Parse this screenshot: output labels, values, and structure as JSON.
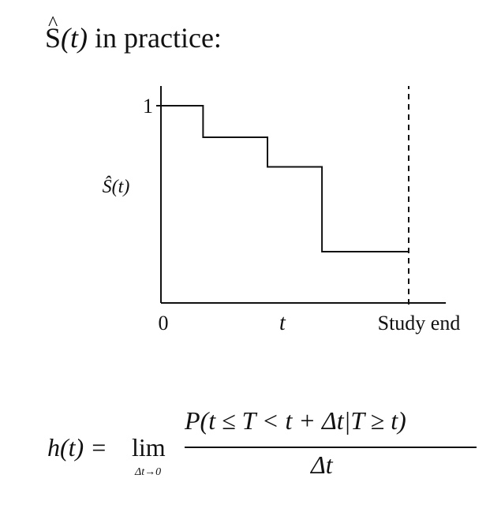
{
  "heading": {
    "symbol": "S",
    "arg": "(t)",
    "text": " in practice:"
  },
  "chart_data": {
    "type": "line",
    "step": true,
    "y_tick_labels": [
      "1"
    ],
    "x_tick_labels": [
      "0",
      "t",
      "Study end"
    ],
    "ylabel": "Ŝ(t)",
    "xlabel": "",
    "title": "",
    "xlim": [
      0,
      1.15
    ],
    "ylim": [
      0,
      1.1
    ],
    "study_end_x": 1.0,
    "series": [
      {
        "x": [
          0,
          0.17,
          0.17,
          0.43,
          0.43,
          0.65,
          0.65,
          1.0
        ],
        "y": [
          1.0,
          1.0,
          0.84,
          0.84,
          0.69,
          0.69,
          0.26,
          0.26
        ]
      }
    ],
    "grid": false
  },
  "formula": {
    "lhs": "h(t) =",
    "lim": "lim",
    "lim_sub": "Δt→0",
    "numerator": "P(t ≤ T < t + Δt|T ≥ t)",
    "denominator": "Δt"
  }
}
